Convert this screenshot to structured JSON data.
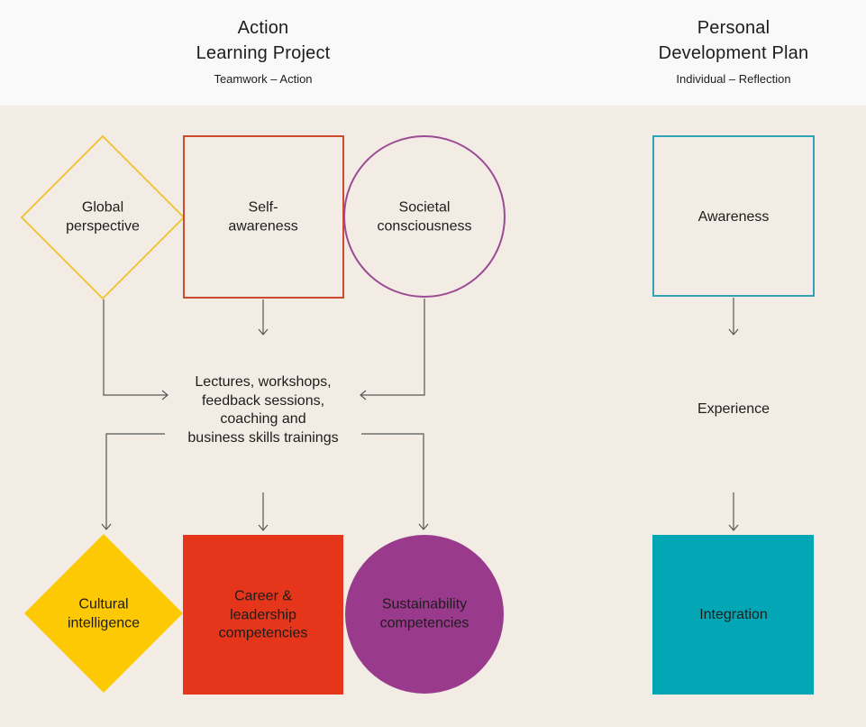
{
  "colors": {
    "page_bg": "#f2ece5",
    "header_bg": "#f9f9f9",
    "text": "#1d1d1b",
    "arrow": "#575756",
    "yellow": "#fdc804",
    "yellow_outline": "#efc43c",
    "red": "#e5351a",
    "red_outline": "#cc4a2e",
    "purple": "#9a3a8d",
    "purple_outline": "#9b4a93",
    "teal": "#02a6b5",
    "teal_outline": "#2fa3b5"
  },
  "header": {
    "left": {
      "title": "Action\nLearning Project",
      "subtitle": "Teamwork – Action"
    },
    "right": {
      "title": "Personal\nDevelopment Plan",
      "subtitle": "Individual – Reflection"
    }
  },
  "nodes": {
    "global_perspective": "Global\nperspective",
    "self_awareness": "Self-\nawareness",
    "societal_consciousness": "Societal\nconsciousness",
    "awareness": "Awareness",
    "trainings": "Lectures, workshops,\nfeedback sessions,\ncoaching and\nbusiness skills trainings",
    "experience": "Experience",
    "cultural_intelligence": "Cultural\nintelligence",
    "career_leadership": "Career &\nleadership\ncompetencies",
    "sustainability": "Sustainability\ncompetencies",
    "integration": "Integration"
  }
}
